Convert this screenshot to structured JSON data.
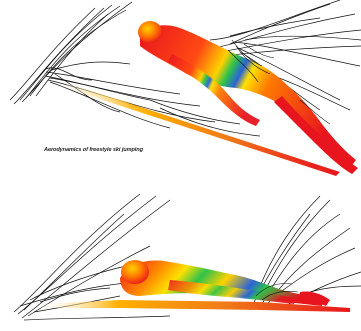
{
  "figure": {
    "caption": "Aerodynamics of freestyle ski jumping",
    "panels": [
      "top-jumper",
      "bottom-jumper"
    ],
    "colors": {
      "background": "#ffffff",
      "streamline": "#111111",
      "pressure_high": "#e8141e",
      "pressure_mid_high": "#ff8a00",
      "pressure_mid": "#ffe000",
      "pressure_mid_low": "#2ec24a",
      "pressure_low": "#2a62d8",
      "ski": "#f07a18"
    }
  }
}
